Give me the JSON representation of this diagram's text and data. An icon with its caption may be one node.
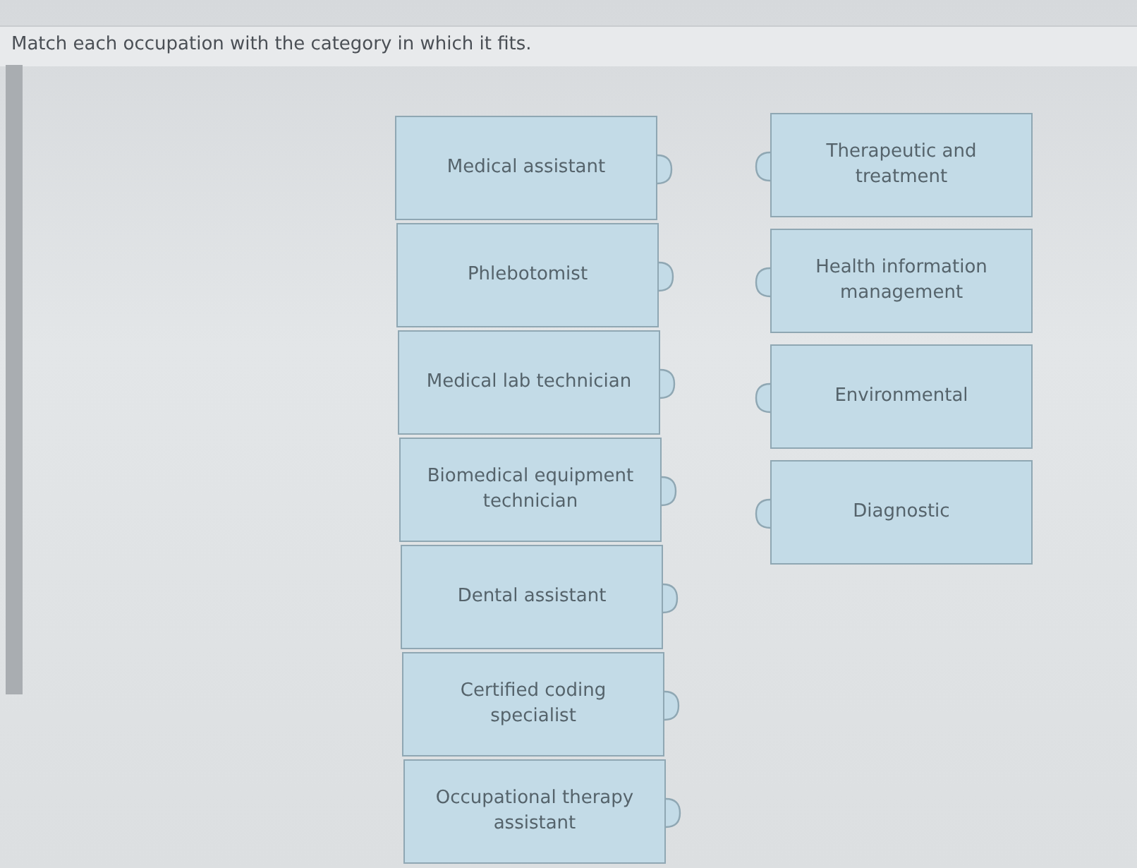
{
  "diagram": {
    "title": "Match each occupation with the category in which it fits.",
    "nodes": [
      {
        "text": [
          "Medical assistant"
        ]
      },
      {
        "text": [
          "Phlebotomist"
        ]
      },
      {
        "text": [
          "Medical lab technician"
        ]
      },
      {
        "text": [
          "Biomedical equipment technician"
        ]
      },
      {
        "text": [
          "Dental assistant"
        ]
      },
      {
        "text": [
          "Certified coding specialist"
        ]
      },
      {
        "text": [
          "Occupational therapy assistant"
        ]
      },
      {
        "text": [
          "Therapeutic and treatment"
        ]
      },
      {
        "text": [
          "Health information management"
        ]
      },
      {
        "text": [
          "Environmental"
        ]
      },
      {
        "text": [
          "Diagnostic"
        ]
      }
    ]
  }
}
